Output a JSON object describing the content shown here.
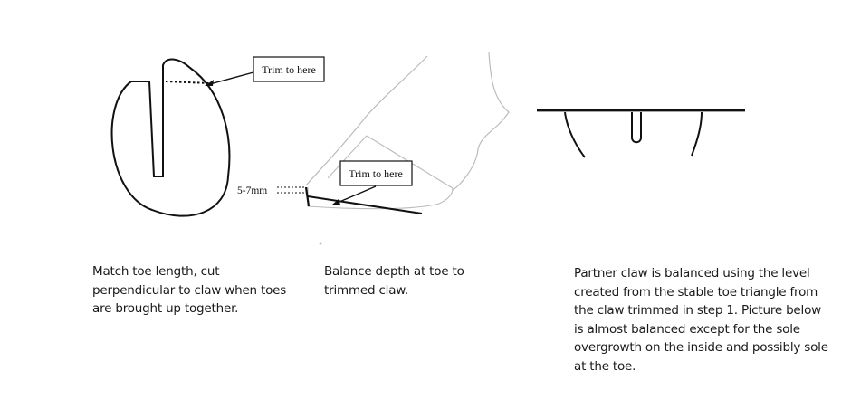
{
  "labels": {
    "trim_label_1": "Trim to here",
    "trim_label_2": "Trim to here",
    "measure_label": "5-7mm"
  },
  "captions": {
    "step_1": "Match toe length, cut perpendicular to claw when toes are brought up together.",
    "step_2": "Balance depth at toe to trimmed claw.",
    "step_3": "Partner claw is balanced using the level created from the stable toe triangle from the claw trimmed in step 1. Picture below is almost balanced except for the sole overgrowth on the inside and possibly sole at the toe."
  },
  "colors": {
    "line": "#111111",
    "light_line": "#b4b4b4",
    "text": "#1a1a1a"
  }
}
